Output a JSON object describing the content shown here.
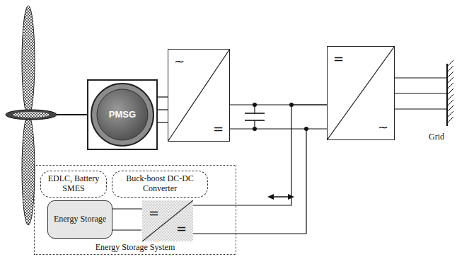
{
  "diagram": {
    "nodes": [
      {
        "text": [
          "PMSG"
        ]
      },
      {
        "text": [
          "~",
          "="
        ]
      },
      {
        "text": [
          "=",
          "~"
        ]
      },
      {
        "text": [
          "Energy Storage System"
        ]
      },
      {
        "text": [
          "EDLC, Battery SMES"
        ],
        "in": 3
      },
      {
        "text": [
          "Buck-boost DC-DC Converter"
        ],
        "in": 3
      },
      {
        "text": [
          "Energy Storage"
        ],
        "in": 3
      },
      {
        "text": [
          "=",
          "="
        ],
        "in": 3
      }
    ],
    "edges": [
      {
        "from": 0,
        "to": 1,
        "arrow": "none"
      },
      {
        "from": 1,
        "to": 2,
        "arrow": "none"
      },
      {
        "from": 6,
        "to": 7,
        "arrow": "none"
      },
      {
        "from": 7,
        "to": 2,
        "arrow": "none"
      }
    ],
    "labels": [
      "Grid"
    ]
  }
}
